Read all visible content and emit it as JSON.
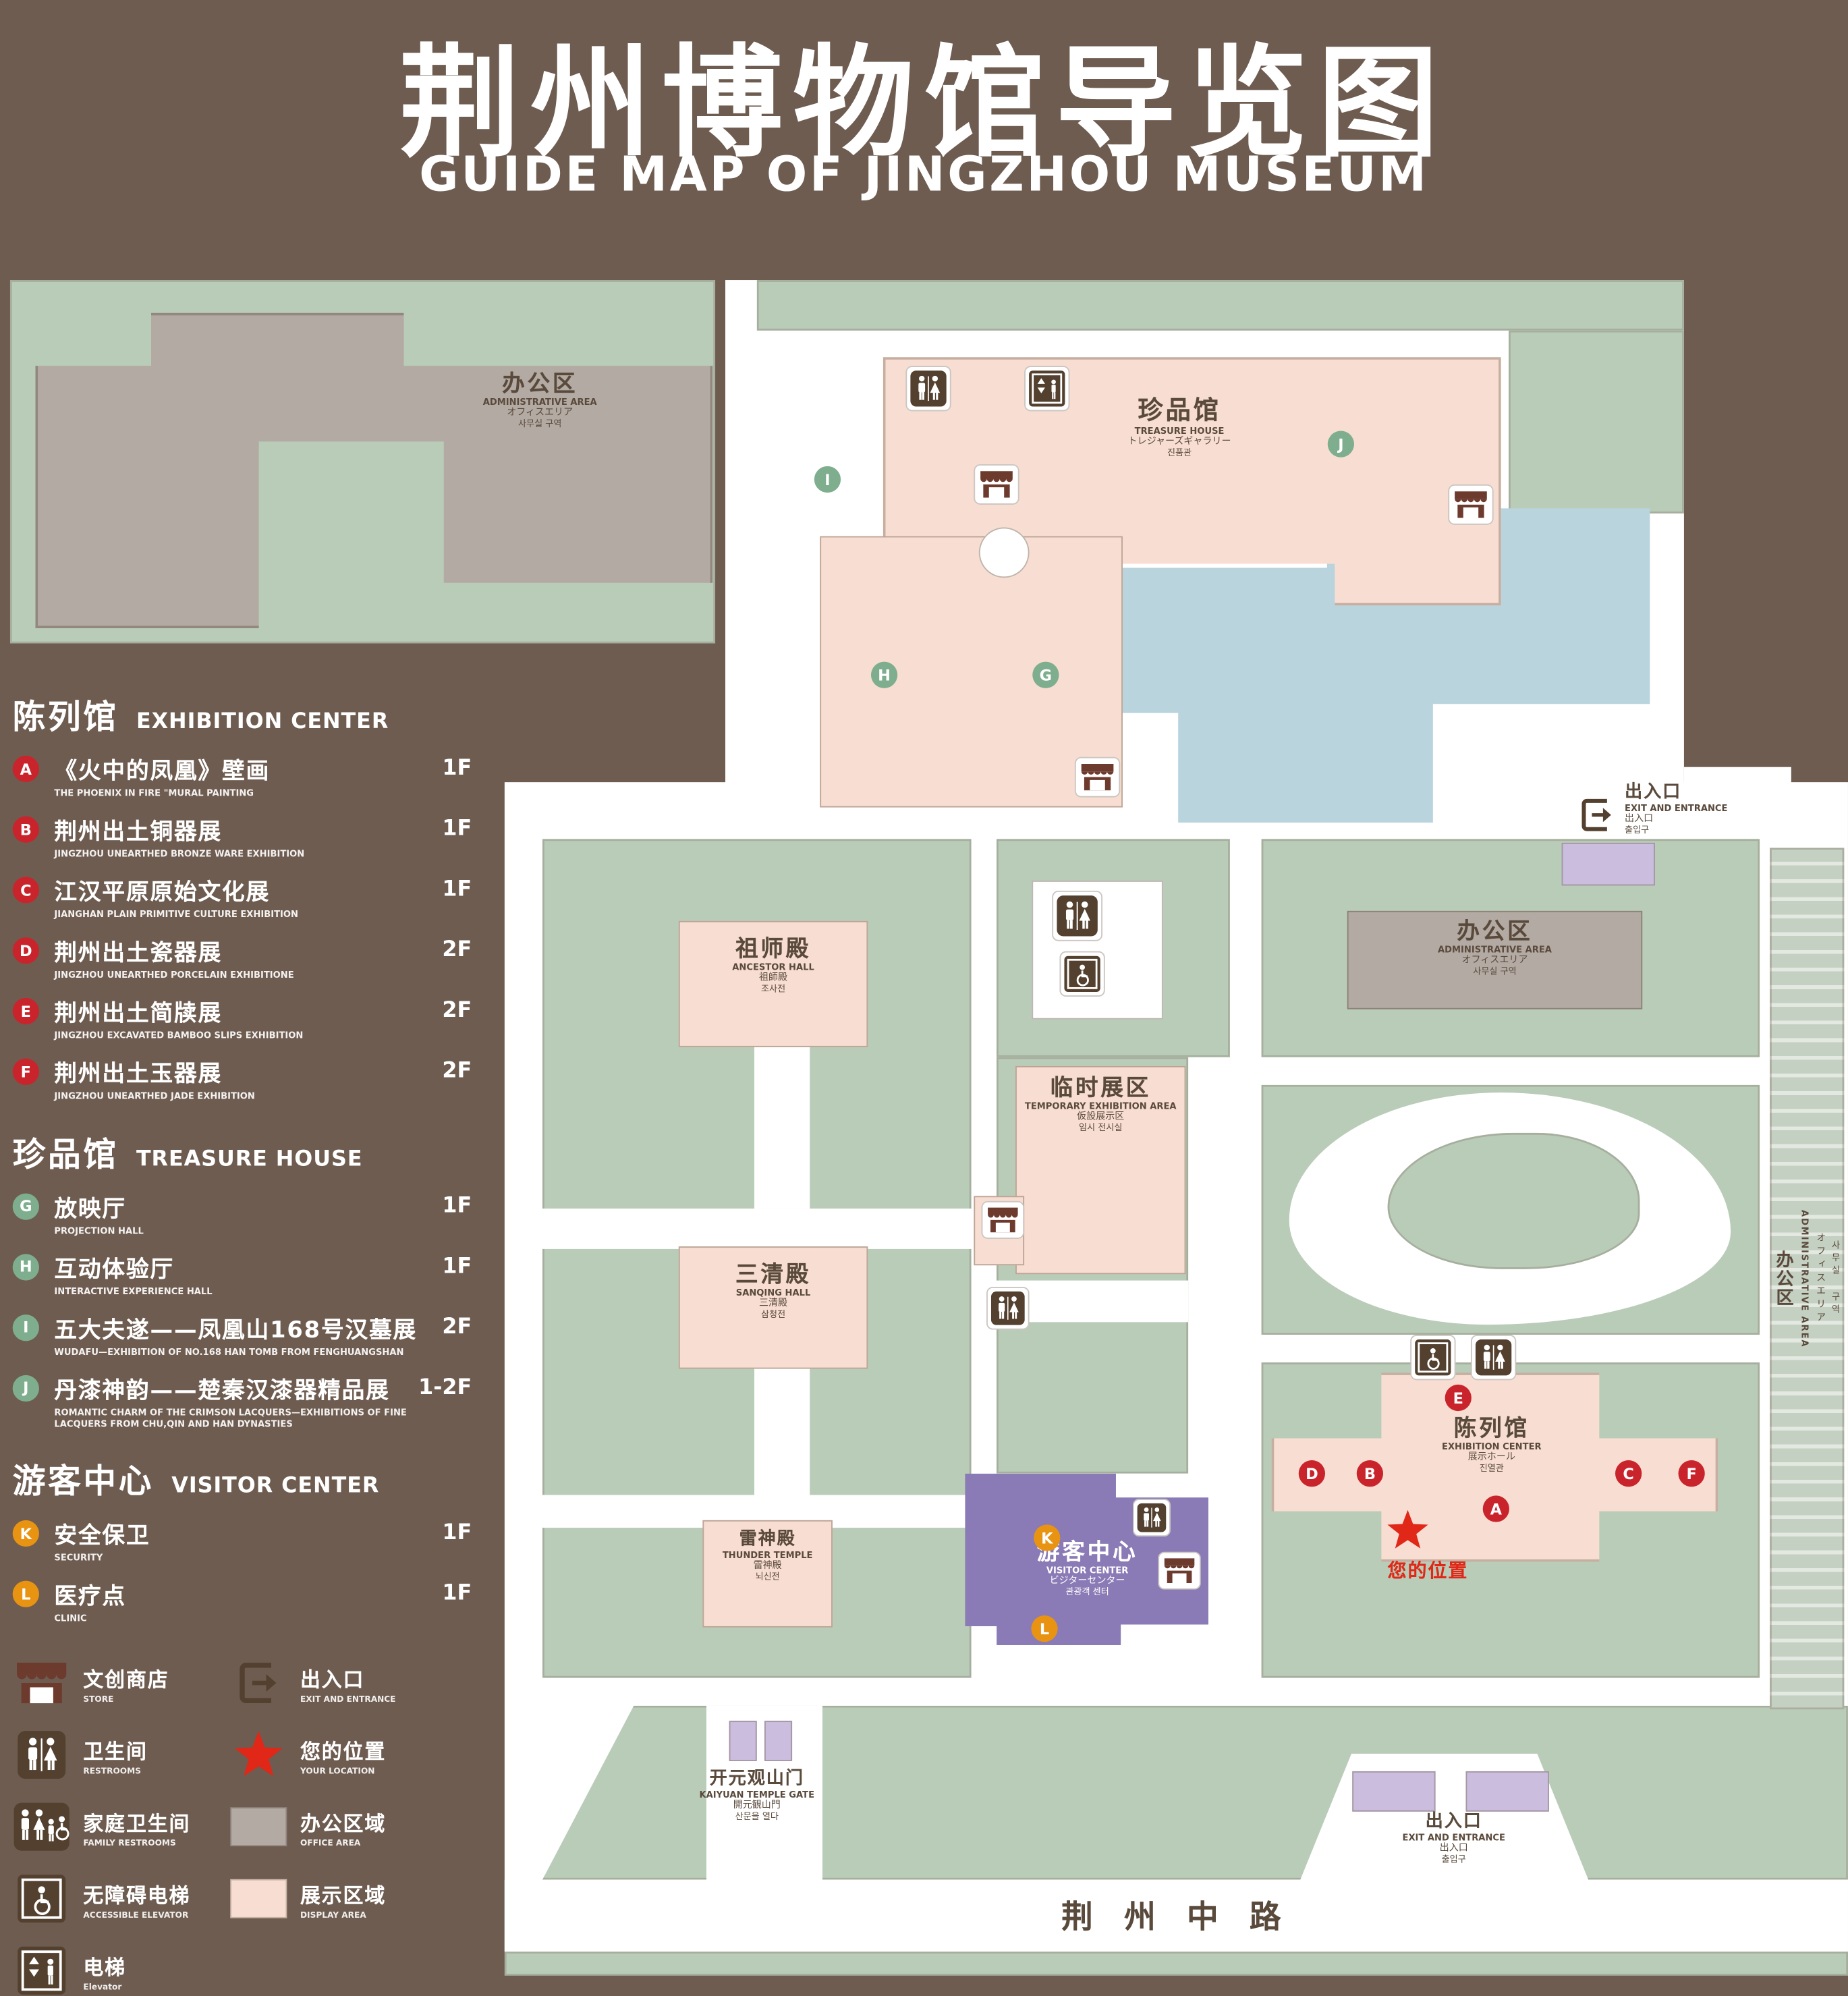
{
  "title": {
    "zh": "荆州博物馆导览图",
    "en": "GUIDE MAP OF JINGZHOU MUSEUM"
  },
  "colors": {
    "background": "#6e5c50",
    "map_green": "#b9ccb8",
    "display_pink": "#f8ded2",
    "office_gray": "#b3aaa3",
    "pond_blue": "#bad4de",
    "visitor_purple": "#8a7ab5",
    "entrance_lilac": "#cabddd",
    "marker_red": "#c9242b",
    "marker_green": "#7fae8e",
    "marker_orange": "#e89312",
    "icon_brown": "#53402f",
    "store_maroon": "#6d3a2e",
    "text_dark": "#5a4a3c",
    "location_red": "#e02718"
  },
  "legend": {
    "sections": [
      {
        "zh": "陈列馆",
        "en": "EXHIBITION CENTER",
        "color_key": "marker_red",
        "items": [
          {
            "label": "A",
            "zh": "《火中的凤凰》壁画",
            "en": "THE PHOENIX IN FIRE \"MURAL PAINTING",
            "floor": "1F"
          },
          {
            "label": "B",
            "zh": "荆州出土铜器展",
            "en": "JINGZHOU UNEARTHED BRONZE WARE EXHIBITION",
            "floor": "1F"
          },
          {
            "label": "C",
            "zh": "江汉平原原始文化展",
            "en": "JIANGHAN PLAIN PRIMITIVE CULTURE EXHIBITION",
            "floor": "1F"
          },
          {
            "label": "D",
            "zh": "荆州出土瓷器展",
            "en": "JINGZHOU UNEARTHED PORCELAIN EXHIBITIONE",
            "floor": "2F"
          },
          {
            "label": "E",
            "zh": "荆州出土简牍展",
            "en": "JINGZHOU EXCAVATED BAMBOO SLIPS EXHIBITION",
            "floor": "2F"
          },
          {
            "label": "F",
            "zh": "荆州出土玉器展",
            "en": "JINGZHOU UNEARTHED JADE EXHIBITION",
            "floor": "2F"
          }
        ]
      },
      {
        "zh": "珍品馆",
        "en": "TREASURE HOUSE",
        "color_key": "marker_green",
        "items": [
          {
            "label": "G",
            "zh": "放映厅",
            "en": "PROJECTION HALL",
            "floor": "1F"
          },
          {
            "label": "H",
            "zh": "互动体验厅",
            "en": "INTERACTIVE EXPERIENCE HALL",
            "floor": "1F"
          },
          {
            "label": "I",
            "zh": "五大夫遂——凤凰山168号汉墓展",
            "en": "WUDAFU—EXHIBITION OF NO.168 HAN TOMB FROM FENGHUANGSHAN",
            "floor": "2F"
          },
          {
            "label": "J",
            "zh": "丹漆神韵——楚秦汉漆器精品展",
            "en": "ROMANTIC CHARM OF THE CRIMSON LACQUERS—EXHIBITIONS OF FINE LACQUERS FROM CHU,QIN AND HAN DYNASTIES",
            "floor": "1-2F"
          }
        ]
      },
      {
        "zh": "游客中心",
        "en": "VISITOR CENTER",
        "color_key": "marker_orange",
        "items": [
          {
            "label": "K",
            "zh": "安全保卫",
            "en": "SECURITY",
            "floor": "1F"
          },
          {
            "label": "L",
            "zh": "医疗点",
            "en": "CLINIC",
            "floor": "1F"
          }
        ]
      }
    ],
    "symbols": [
      {
        "icon": "store-icon",
        "zh": "文创商店",
        "en": "STORE"
      },
      {
        "icon": "exit-icon",
        "zh": "出入口",
        "en": "EXIT AND ENTRANCE"
      },
      {
        "icon": "restrooms-icon",
        "zh": "卫生间",
        "en": "RESTROOMS"
      },
      {
        "icon": "location-star-icon",
        "zh": "您的位置",
        "en": "YOUR LOCATION"
      },
      {
        "icon": "family-restroom-icon",
        "zh": "家庭卫生间",
        "en": "FAMILY RESTROOMS"
      },
      {
        "icon": "office-area-swatch",
        "zh": "办公区域",
        "en": "OFFICE AREA"
      },
      {
        "icon": "accessible-elevator-icon",
        "zh": "无障碍电梯",
        "en": "ACCESSIBLE ELEVATOR"
      },
      {
        "icon": "display-area-swatch",
        "zh": "展示区域",
        "en": "DISPLAY AREA"
      },
      {
        "icon": "elevator-icon",
        "zh": "电梯",
        "en": "Elevator"
      }
    ]
  },
  "map": {
    "labels": {
      "admin_top": {
        "zh": "办公区",
        "en": "ADMINISTRATIVE AREA",
        "ja": "オフィスエリア",
        "ko": "사무실 구역"
      },
      "treasure_house": {
        "zh": "珍品馆",
        "en": "TREASURE HOUSE",
        "ja": "トレジャーズギャラリー",
        "ko": "진품관"
      },
      "ancestor_hall": {
        "zh": "祖师殿",
        "en": "ANCESTOR HALL",
        "ja": "祖師殿",
        "ko": "조사전"
      },
      "sanqing_hall": {
        "zh": "三清殿",
        "en": "SANQING HALL",
        "ja": "三清殿",
        "ko": "삼청전"
      },
      "thunder_temple": {
        "zh": "雷神殿",
        "en": "THUNDER TEMPLE",
        "ja": "雷神殿",
        "ko": "뇌신전"
      },
      "temporary_exhibition": {
        "zh": "临时展区",
        "en": "TEMPORARY EXHIBITION AREA",
        "ja": "仮設展示区",
        "ko": "임시 전시실"
      },
      "admin_right": {
        "zh": "办公区",
        "en": "ADMINISTRATIVE AREA",
        "ja": "オフィスエリア",
        "ko": "사무실 구역"
      },
      "admin_strip": {
        "zh": "办公区",
        "en": "ADMINISTRATIVE AREA",
        "ja": "オフィスエリア",
        "ko": "사무실 구역"
      },
      "exhibition_center": {
        "zh": "陈列馆",
        "en": "EXHIBITION CENTER",
        "ja": "展示ホール",
        "ko": "진열관"
      },
      "visitor_center": {
        "zh": "游客中心",
        "en": "VISITOR CENTER",
        "ja": "ビジターセンター",
        "ko": "관광객 센터"
      },
      "kaiyuan_gate": {
        "zh": "开元观山门",
        "en": "KAIYUAN TEMPLE GATE",
        "ja": "開元観山門",
        "ko": "산문을 열다"
      },
      "exit_top_right": {
        "zh": "出入口",
        "en": "EXIT AND ENTRANCE",
        "ja": "出入口",
        "ko": "출입구"
      },
      "exit_bottom": {
        "zh": "出入口",
        "en": "EXIT AND ENTRANCE",
        "ja": "出入口",
        "ko": "출입구"
      }
    },
    "marker_labels": [
      "A",
      "B",
      "C",
      "D",
      "E",
      "F",
      "G",
      "H",
      "I",
      "J",
      "K",
      "L"
    ],
    "your_location": "您的位置",
    "road": "荆 州 中 路"
  }
}
